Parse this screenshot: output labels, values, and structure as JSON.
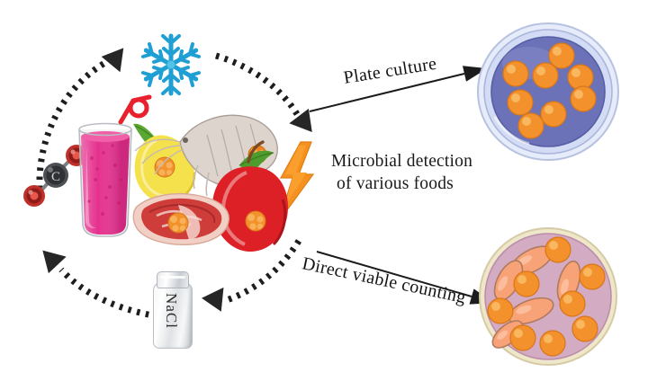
{
  "diagram": {
    "title": "Microbial detection of various foods",
    "center_label": {
      "line1": "Microbial detection",
      "line2": "of various foods"
    },
    "arrows": {
      "plate_culture_label": "Plate culture",
      "direct_viable_counting_label": "Direct viable counting"
    },
    "icons": {
      "lightning": "lightning-bolt-icon",
      "snowflake": "snowflake-icon",
      "molecule": "co2-molecule-icon",
      "carbon_atom_label": "C",
      "salt_bottle_label": "NaCl"
    },
    "treatments": [
      {
        "name": "freezing",
        "icon": "snowflake-icon"
      },
      {
        "name": "gas-treatment",
        "icon": "co2-molecule-icon"
      },
      {
        "name": "salting",
        "icon": "salt-shaker-icon",
        "label": "NaCl"
      }
    ],
    "foods": [
      {
        "name": "smoothie-drink"
      },
      {
        "name": "lemon"
      },
      {
        "name": "shrimp"
      },
      {
        "name": "apple"
      },
      {
        "name": "raw-meat-steak"
      }
    ],
    "results": [
      {
        "name": "plate-culture-dish",
        "agar_color": "#6b72b8",
        "rim_color": "#b9c3e4",
        "colony_color": "#f3912c",
        "colony_count": 8,
        "cell_types": [
          "round-colony"
        ]
      },
      {
        "name": "direct-viable-counting-dish",
        "agar_color": "#d3abc3",
        "rim_color": "#efe7c9",
        "colony_color": "#f3912c",
        "elongated_cell_color": "#f7a277",
        "round_cell_count": 8,
        "elongated_cell_count": 5,
        "cell_types": [
          "round-colony",
          "elongated-cell"
        ]
      }
    ],
    "colors": {
      "accent_orange": "#f3912c",
      "snowflake_blue": "#2aa9dd",
      "arrow_black": "#1c1c1c",
      "background": "#ffffff"
    }
  }
}
